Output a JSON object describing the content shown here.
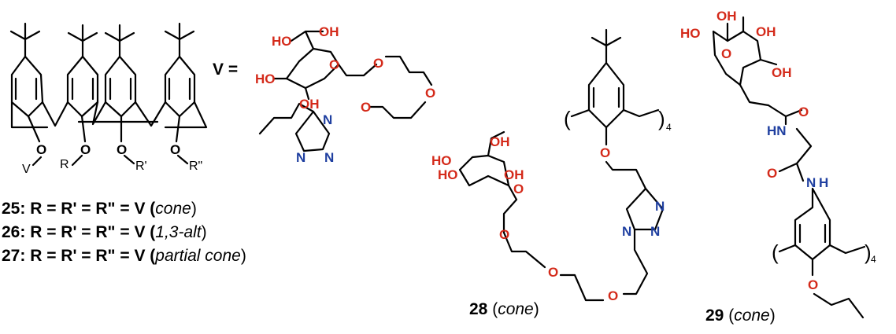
{
  "colors": {
    "oxygen": "#d42a1a",
    "nitrogen": "#1f3fa0",
    "carbon": "#000000"
  },
  "labels": {
    "V": "V",
    "V_eq": "V =",
    "R": "R",
    "Rp": "R'",
    "Rpp": "R\"",
    "O": "O",
    "OH": "OH",
    "HO": "HO",
    "N": "N",
    "NH": "NH",
    "HN": "HN",
    "H": "H",
    "bracket_sub": "4"
  },
  "captions": {
    "c25": {
      "num": "25:",
      "text": " R = R' = R\" = V (",
      "mode": "cone",
      "close": ")"
    },
    "c26": {
      "num": "26:",
      "text": " R = R' = R\" = V (",
      "mode": "1,3-alt",
      "close": ")"
    },
    "c27": {
      "num": "27:",
      "text": " R = R' = R\" = V (",
      "mode": "partial cone",
      "close": ")"
    },
    "c28": {
      "num": "28",
      "text": " (",
      "mode": "cone",
      "close": ")"
    },
    "c29": {
      "num": "29",
      "text": " (",
      "mode": "cone",
      "close": ")"
    }
  }
}
